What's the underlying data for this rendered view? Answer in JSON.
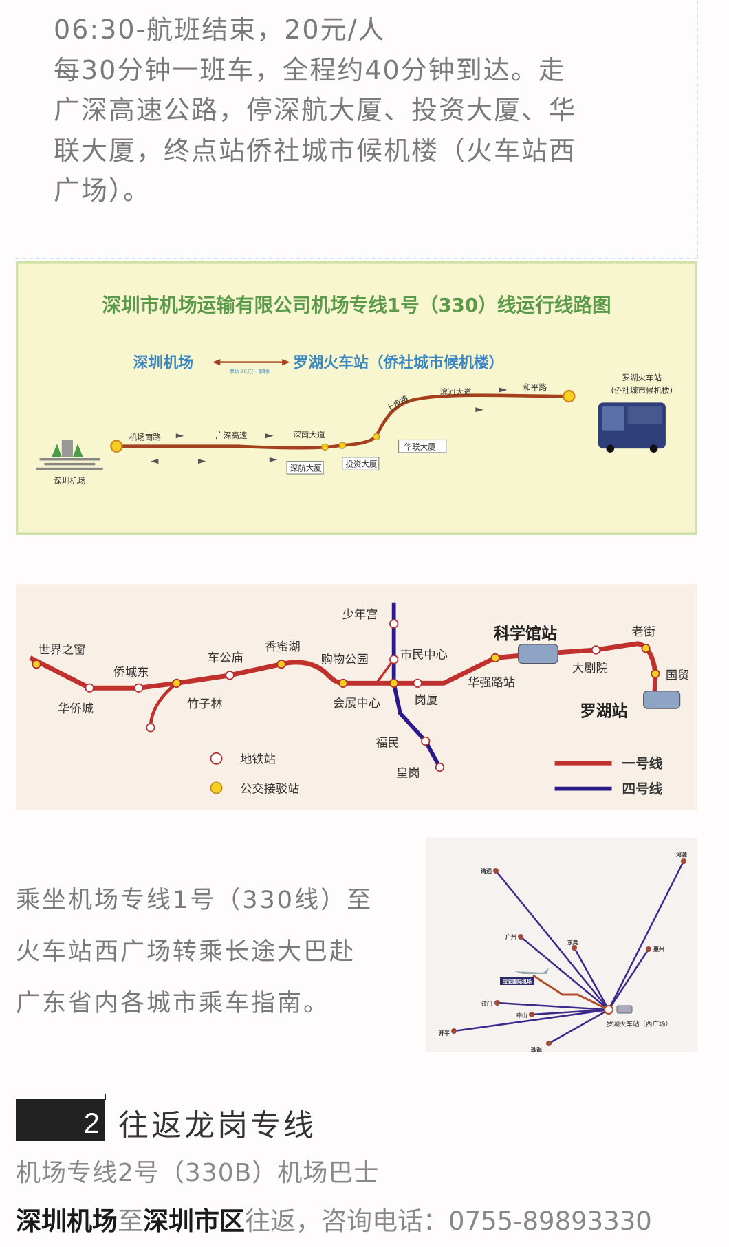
{
  "intro": {
    "lines": [
      "06:30-航班结束，20元/人",
      "每30分钟一班车，全程约40分钟到达。走",
      "广深高速公路，停深航大厦、投资大厦、华",
      "联大厦，终点站侨社城市候机楼（火车站西",
      "广场）。"
    ]
  },
  "route_map": {
    "title": "深圳市机场运输有限公司机场专线1号（330）线运行线路图",
    "from": "深圳机场",
    "to": "罗湖火车站（侨社城市候机楼）",
    "fare": "票价:20元(一票制)",
    "roads": [
      "机场南路",
      "广深高速",
      "深南大道",
      "上步路",
      "滨河大道",
      "和平路"
    ],
    "stops": [
      "深航大厦",
      "投资大厦",
      "华联大厦"
    ],
    "terminal": [
      "罗湖火车站",
      "(侨社城市候机楼)"
    ],
    "airport_label": "深圳机场",
    "colors": {
      "title": "#5a9a4a",
      "endpoints": "#3a86c0",
      "route": "#a4401c",
      "background": "#f8f6cf"
    }
  },
  "metro_map": {
    "stations": [
      "世界之窗",
      "华侨城",
      "侨城东",
      "竹子林",
      "车公庙",
      "香蜜湖",
      "购物公园",
      "会展中心",
      "少年宫",
      "市民中心",
      "岗厦",
      "华强路站",
      "大剧院",
      "老街",
      "国贸",
      "福民",
      "皇岗"
    ],
    "highlight": [
      "科学馆站",
      "罗湖站"
    ],
    "legend": {
      "metro_station": "地铁站",
      "bus_transfer": "公交接驳站",
      "line1": "一号线",
      "line4": "四号线"
    },
    "colors": {
      "line1": "#c0302c",
      "line4": "#2a1a8a",
      "transfer": "#f5d020"
    }
  },
  "caption": {
    "lines": [
      "乘坐机场专线1号（330线）至",
      "火车站西广场转乘长途大巴赴",
      "广东省内各城市乘车指南。"
    ]
  },
  "coach_map": {
    "cities": [
      "清远",
      "河源",
      "广州",
      "东莞",
      "惠州",
      "江门",
      "中山",
      "开平",
      "珠海"
    ],
    "airport": "宝安国际机场",
    "hub": "罗湖火车站（西广场）"
  },
  "section": {
    "number": "2",
    "title": "往返龙岗专线",
    "subtitle": "机场专线2号（330B）机场巴士",
    "contact": {
      "bold1": "深圳机场",
      "mid": "至",
      "bold2": "深圳市区",
      "rest": "往返，咨询电话：0755-89893330"
    }
  }
}
